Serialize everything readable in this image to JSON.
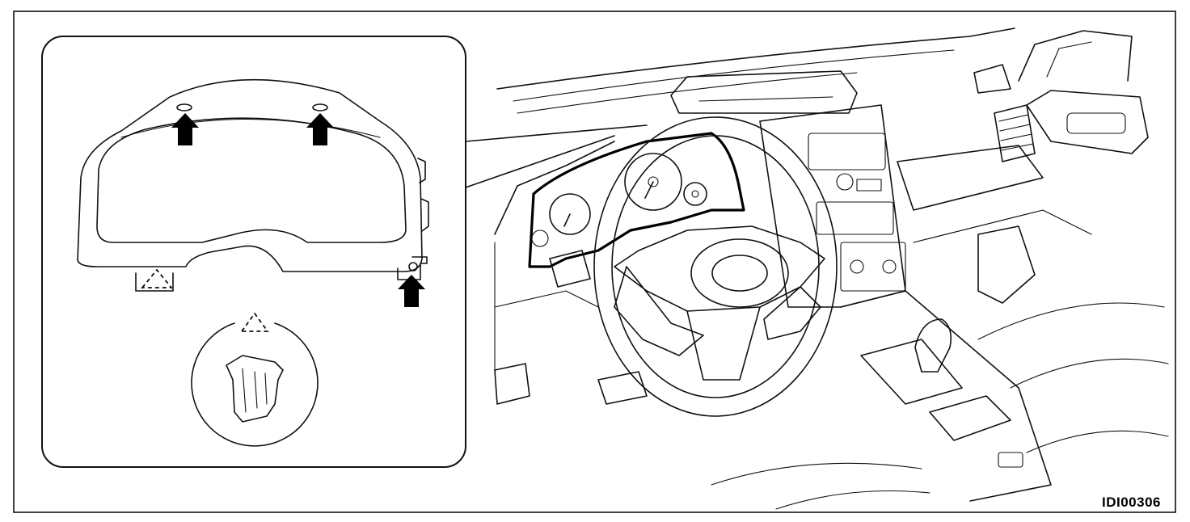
{
  "figure": {
    "id_label": "IDI00306"
  },
  "callout": {
    "clip_marker_count": 3,
    "removal_marker_count": 1
  },
  "colors": {
    "line": "#111111",
    "fill": "#000000",
    "background": "#ffffff"
  }
}
